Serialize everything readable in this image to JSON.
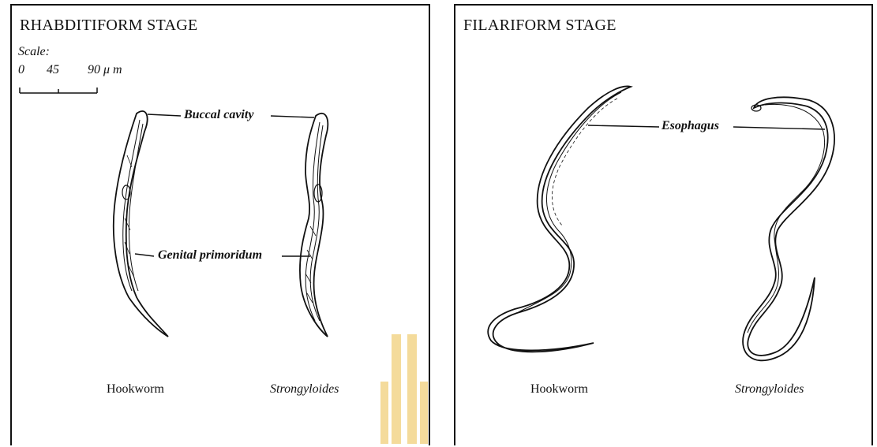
{
  "left_panel": {
    "title": "RHABDITIFORM STAGE",
    "scale": {
      "label": "Scale:",
      "ticks": [
        "0",
        "45",
        "90 μ m"
      ]
    },
    "labels": {
      "buccal": "Buccal cavity",
      "genital": "Genital primoridum"
    },
    "captions": {
      "hookworm": "Hookworm",
      "strongyloides": "Strongyloides"
    }
  },
  "right_panel": {
    "title": "FILARIFORM STAGE",
    "labels": {
      "esophagus": "Esophagus"
    },
    "captions": {
      "hookworm": "Hookworm",
      "strongyloides": "Strongyloides"
    }
  },
  "colors": {
    "ink": "#111111",
    "watermark": "#f3d58a"
  }
}
